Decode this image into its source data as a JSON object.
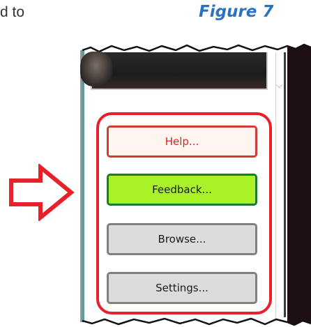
{
  "page_text": "d to",
  "figure_caption": "Figure 7",
  "buttons": {
    "help": "Help...",
    "feedback": "Feedback...",
    "browse": "Browse...",
    "settings": "Settings..."
  },
  "colors": {
    "figure_caption": "#2b72c4",
    "annotation_red": "#e8202a",
    "feedback_green": "#a8f227",
    "panel_edge_teal": "#5a9ea0"
  },
  "icons": {
    "arrow": "right-arrow-outline-icon",
    "scroll": "chevron-down-icon"
  }
}
